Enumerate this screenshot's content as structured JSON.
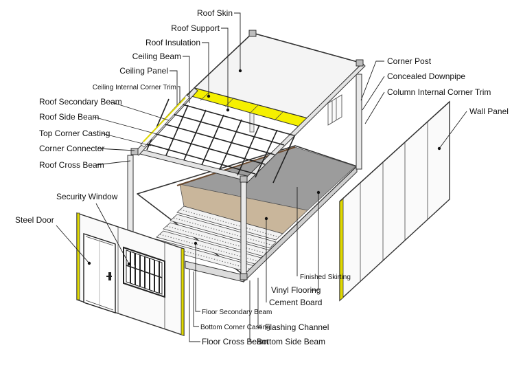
{
  "diagram": {
    "labels_left": {
      "roof_skin": "Roof Skin",
      "roof_support": "Roof Support",
      "roof_insulation": "Roof Insulation",
      "ceiling_beam": "Ceiling Beam",
      "ceiling_panel": "Ceiling Panel",
      "ceiling_internal_corner_trim": "Ceiling Internal Corner Trim",
      "roof_secondary_beam": "Roof Secondary Beam",
      "roof_side_beam": "Roof Side Beam",
      "top_corner_casting": "Top Corner Casting",
      "corner_connector": "Corner Connector",
      "roof_cross_beam": "Roof Cross Beam",
      "security_window": "Security Window",
      "steel_door": "Steel Door"
    },
    "labels_right": {
      "corner_post": "Corner Post",
      "concealed_downpipe": "Concealed Downpipe",
      "column_internal_corner_trim": "Column Internal Corner Trim",
      "wall_panel": "Wall Panel"
    },
    "labels_bottom": {
      "finished_skirting": "Finished Skirting",
      "vinyl_flooring": "Vinyl Flooring",
      "cement_board": "Cement Board",
      "flashing_channel": "Flashing Channel",
      "bottom_side_beam": "Bottom Side Beam",
      "floor_secondary_beam": "Floor Secondary Beam",
      "bottom_corner_casting": "Bottom Corner Casting",
      "floor_cross_beam": "Floor Cross Beam"
    },
    "colors": {
      "insulation": "#f5f000",
      "vinyl": "#9c9c9c",
      "cement_board": "#c9b69b",
      "skin": "#f4f4f4",
      "panel": "#fafafa",
      "edge_trim": "#e0d800"
    }
  }
}
